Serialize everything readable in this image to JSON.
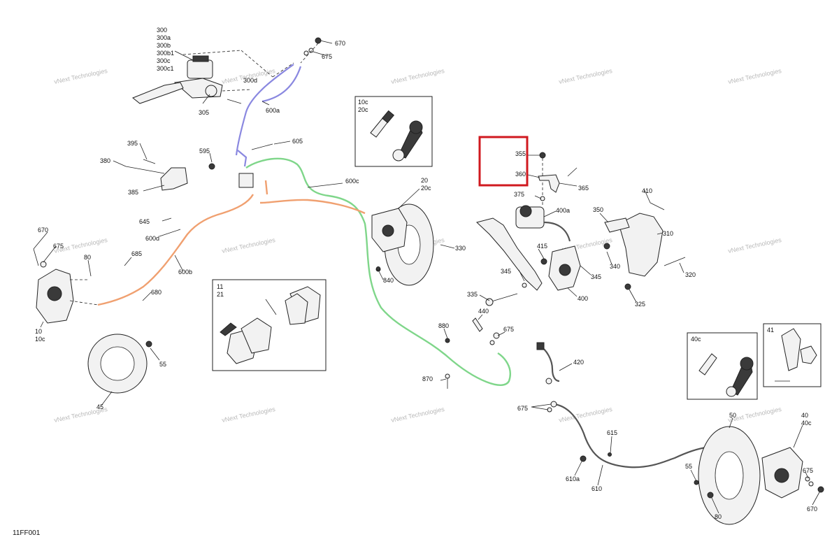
{
  "diagram_code": "11FF001",
  "watermark": "vNext Technologies",
  "highlight_color": "#d0191f",
  "callouts": {
    "c300": [
      "300",
      "300a",
      "300b",
      "300b1",
      "300c",
      "300c1"
    ],
    "c300d": "300d",
    "c305": "305",
    "c600a": "600a",
    "c670_top": "670",
    "c675_top": "675",
    "c10c_20c": [
      "10c",
      "20c"
    ],
    "c605": "605",
    "c595": "595",
    "c395": "395",
    "c380": "380",
    "c385": "385",
    "c600c": "600c",
    "c20_20c": [
      "20",
      "20c"
    ],
    "c355": "355",
    "c360": "360",
    "c365": "365",
    "c375": "375",
    "c400a": "400a",
    "c350": "350",
    "c410": "410",
    "c310": "310",
    "c645": "645",
    "c600d": "600d",
    "c670_left": "670",
    "c675_left": "675",
    "c80_left": "80",
    "c685": "685",
    "c600b": "600b",
    "c680": "680",
    "c10_10c": [
      "10",
      "10c"
    ],
    "c55_left": "55",
    "c45": "45",
    "c11_21": [
      "11",
      "21"
    ],
    "c330": "330",
    "c415": "415",
    "c340": "340",
    "c345_a": "345",
    "c345_b": "345",
    "c320": "320",
    "c335": "335",
    "c400": "400",
    "c325": "325",
    "c840": "840",
    "c440": "440",
    "c880": "880",
    "c675_mid": "675",
    "c870": "870",
    "c420": "420",
    "c675_low": "675",
    "c40c": "40c",
    "c41": "41",
    "c615": "615",
    "c50": "50",
    "c40_40c": [
      "40",
      "40c"
    ],
    "c55_right": "55",
    "c675_right": "675",
    "c610a": "610a",
    "c610": "610",
    "c80_right": "80",
    "c670_right": "670"
  }
}
